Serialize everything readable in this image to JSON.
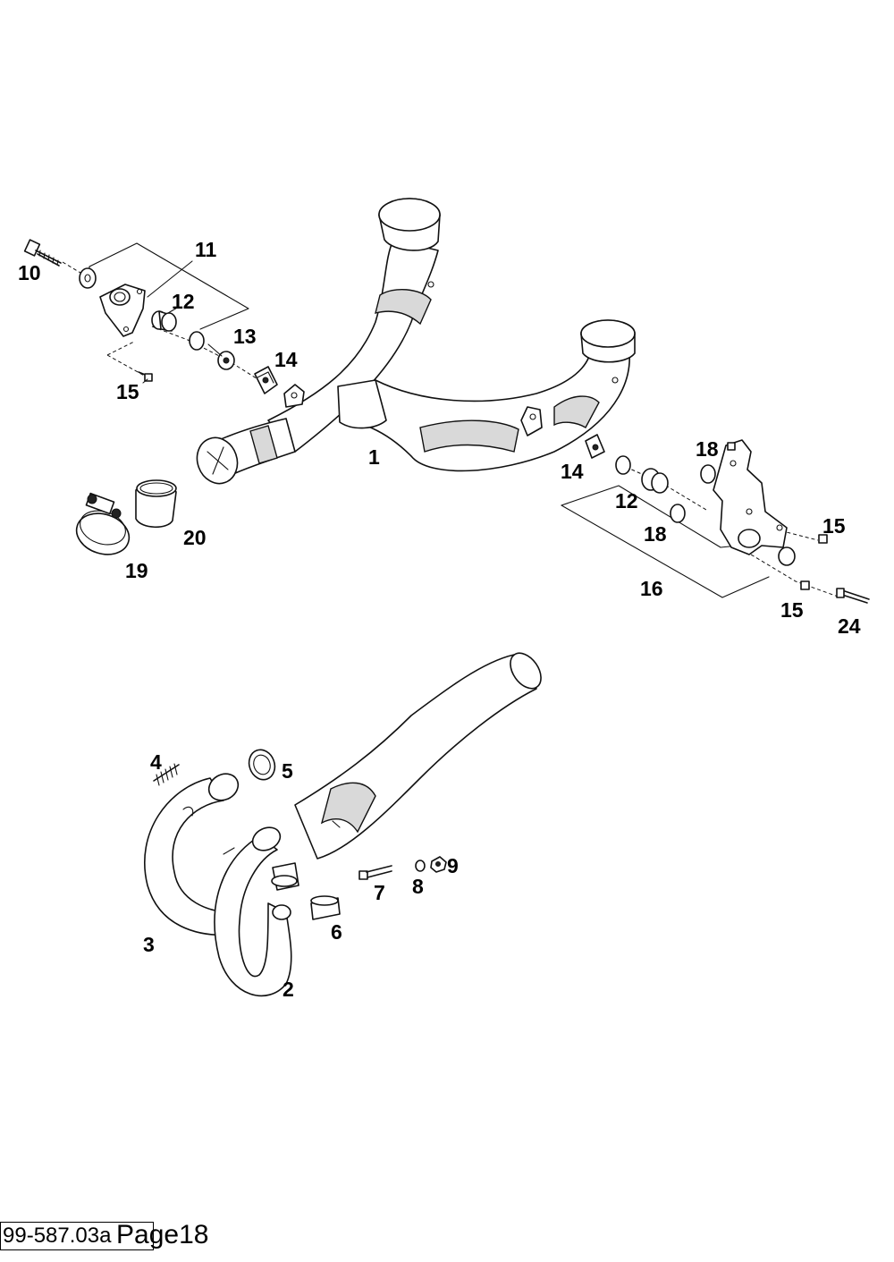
{
  "part_labels": {
    "p1": "1",
    "p2": "2",
    "p3": "3",
    "p4": "4",
    "p5": "5",
    "p6": "6",
    "p7": "7",
    "p8": "8",
    "p9": "9",
    "p10": "10",
    "p11": "11",
    "p12a": "12",
    "p12b": "12",
    "p13": "13",
    "p14a": "14",
    "p14b": "14",
    "p15a": "15",
    "p15b": "15",
    "p15c": "15",
    "p16": "16",
    "p18a": "18",
    "p18b": "18",
    "p19": "19",
    "p20": "20",
    "p24": "24"
  },
  "footer": {
    "doc_code": "99-587.03a",
    "page": "Page18"
  }
}
